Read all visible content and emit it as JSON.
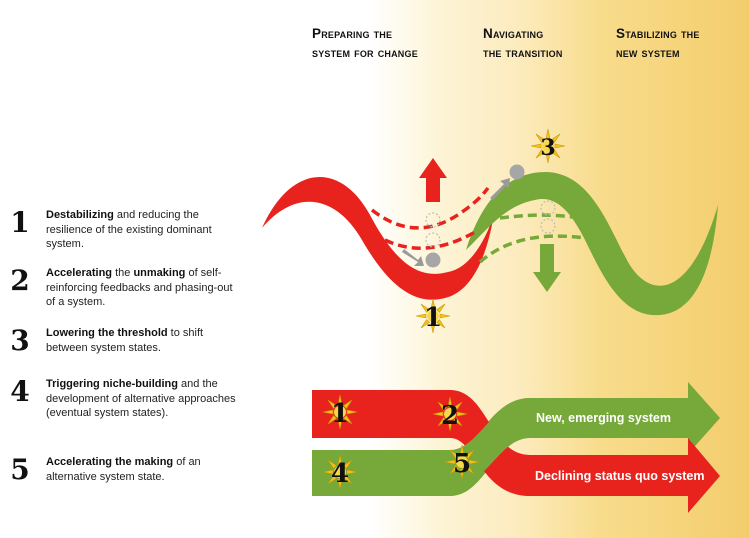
{
  "phases": [
    {
      "title": "Preparing the\nsystem for change"
    },
    {
      "title": "Navigating\nthe transition"
    },
    {
      "title": "Stabilizing the\nnew system"
    }
  ],
  "legend": [
    {
      "number": "1",
      "bold": "Destabilizing",
      "rest": " and reducing the resilience of the existing dominant system."
    },
    {
      "number": "2",
      "bold": "Accelerating",
      "rest_html_parts": [
        " the ",
        "unmaking",
        " of self-reinforcing feedbacks and phasing-out of a system."
      ]
    },
    {
      "number": "3",
      "bold": "Lowering the threshold",
      "rest": " to shift between system states."
    },
    {
      "number": "4",
      "bold": "Triggering niche-building",
      "rest": " and the development of alternative approaches (eventual system states)."
    },
    {
      "number": "5",
      "bold": "Accelerating the making",
      "rest": " of an alternative system state."
    }
  ],
  "diagram": {
    "markers": [
      "1",
      "2",
      "3",
      "4",
      "5"
    ],
    "arrow_labels": {
      "new_system": "New, emerging system",
      "declining_system": "Declining status quo system"
    }
  },
  "colors": {
    "red": "#e8231e",
    "green": "#77a83a",
    "starburst": "#f2c21a",
    "ball": "#a6a6a6"
  },
  "icons": [
    "starburst-icon",
    "up-arrow-icon",
    "down-arrow-icon",
    "ball-icon"
  ]
}
